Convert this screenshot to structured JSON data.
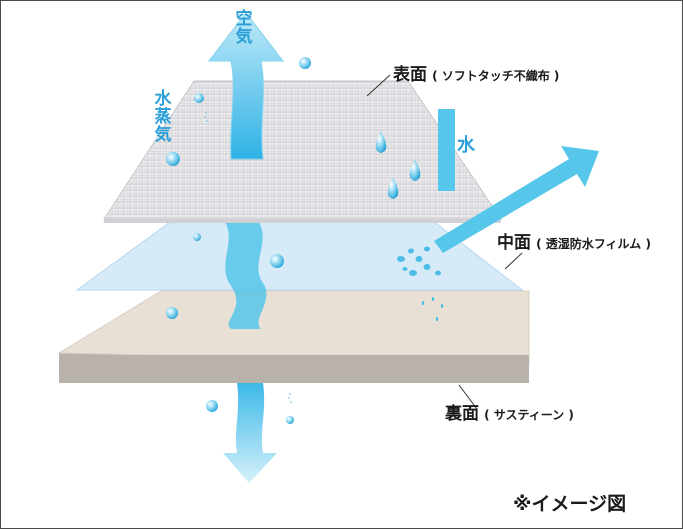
{
  "labels": {
    "surface": {
      "main": "表面",
      "sub": "( ソフトタッチ不織布 )"
    },
    "middle": {
      "main": "中面",
      "sub": "( 透湿防水フィルム )"
    },
    "back": {
      "main": "裏面",
      "sub": "( サスティーン )"
    }
  },
  "annotations": {
    "air": "空\n気",
    "vapor": "水\n蒸\n気",
    "water": "水"
  },
  "note": "※イメージ図",
  "colors": {
    "arrow_blue": "#56c6ea",
    "water_blue": "#3fb6e6",
    "text_blue": "#2a9fd8",
    "film": "#cfe6f7",
    "back_top": "#e6ddd2",
    "back_side": "#b9b2aa",
    "mesh": "#d8d8dc",
    "border": "#4a4a4a"
  }
}
